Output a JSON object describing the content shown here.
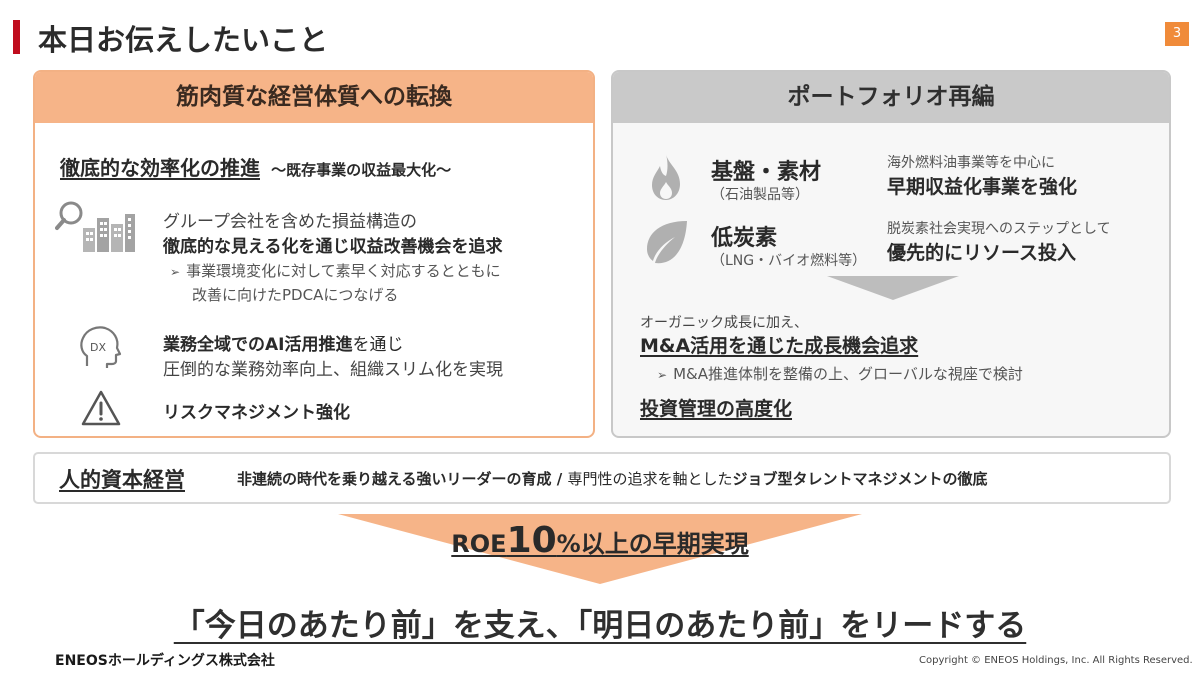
{
  "header": {
    "title": "本日お伝えしたいこと",
    "page_number": "3"
  },
  "left": {
    "title": "筋肉質な経営体質への転換",
    "heading": "徹底的な効率化の推進",
    "heading_sub": "～既存事業の収益最大化～",
    "item1_line1": "グループ会社を含めた損益構造の",
    "item1_line2": "徹底的な見える化を通じ収益改善機会を追求",
    "item1_sub1": "事業環境変化に対して素早く対応するとともに",
    "item1_sub2": "改善に向けたPDCAにつなげる",
    "item2_bold": "業務全域でのAI活用推進",
    "item2_rest": "を通じ",
    "item2_line2": "圧倒的な業務効率向上、組織スリム化を実現",
    "item3": "リスクマネジメント強化",
    "dx_label": "DX",
    "sub_marker": "➢"
  },
  "right": {
    "title": "ポートフォリオ再編",
    "cat1_title": "基盤・素材",
    "cat1_sub": "（石油製品等）",
    "cat1_note": "海外燃料油事業等を中心に",
    "cat1_action": "早期収益化事業を強化",
    "cat2_title": "低炭素",
    "cat2_sub": "（LNG・バイオ燃料等）",
    "cat2_note": "脱炭素社会実現へのステップとして",
    "cat2_action": "優先的にリソース投入",
    "organic": "オーガニック成長に加え、",
    "ma_heading": "M&A活用を通じた成長機会追求",
    "ma_sub": "M&A推進体制を整備の上、グローバルな視座で検討",
    "invest": "投資管理の高度化",
    "sub_marker": "➢"
  },
  "human_capital": {
    "title": "人的資本経営",
    "text1": "非連続の時代を乗り越える強いリーダーの育成",
    "sep": " / ",
    "text2": "専門性の追求を軸とした",
    "text3": "ジョブ型タレントマネジメントの徹底"
  },
  "roe": {
    "prefix": "ROE",
    "number": "10",
    "suffix": "%以上の早期実現"
  },
  "slogan": "「今日のあたり前」を支え、「明日のあたり前」をリードする",
  "footer": {
    "logo": "ENEOSホールディングス株式会社",
    "copyright": "Copyright © ENEOS Holdings, Inc. All Rights Reserved."
  },
  "colors": {
    "accent_red": "#c00d1e",
    "orange": "#f6b488",
    "gray": "#c9c9c9",
    "page_badge": "#f08b3a"
  }
}
